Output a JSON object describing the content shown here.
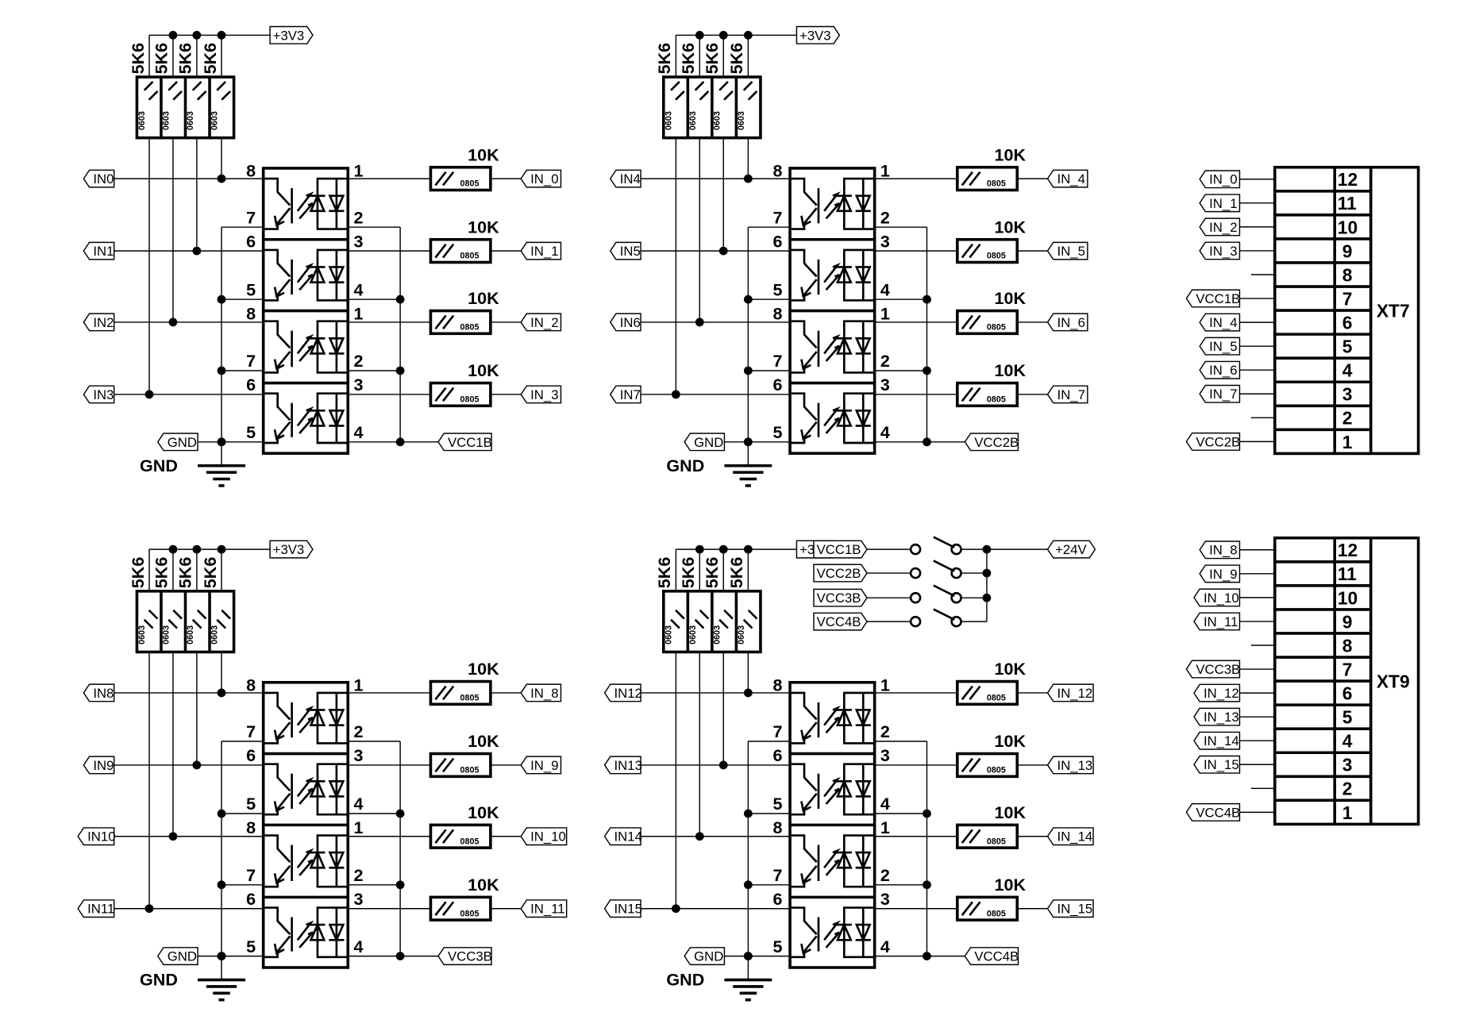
{
  "title": "Optocoupler input stage schematic",
  "colors": {
    "ink": "#000000",
    "background": "#ffffff"
  },
  "common": {
    "pullup_value": "5K6",
    "pullup_package": "0603",
    "series_value": "10K",
    "series_package": "0805",
    "supply_3v3": "+3V3",
    "gnd_label": "GND",
    "gnd_symbol_label": "GND"
  },
  "quadrants": [
    {
      "id": "top-left",
      "inputs": [
        "IN0",
        "IN1",
        "IN2",
        "IN3"
      ],
      "outputs": [
        "IN_0",
        "IN_1",
        "IN_2",
        "IN_3"
      ],
      "vcc": "VCC1B",
      "opto_pins": [
        "8",
        "7",
        "6",
        "5",
        "8",
        "7",
        "6",
        "5",
        "1",
        "2",
        "3",
        "4",
        "1",
        "2",
        "3",
        "4"
      ],
      "pullups": [
        "5K6",
        "5K6",
        "5K6",
        "5K6"
      ],
      "series": [
        "10K",
        "10K",
        "10K",
        "10K"
      ]
    },
    {
      "id": "top-right",
      "inputs": [
        "IN4",
        "IN5",
        "IN6",
        "IN7"
      ],
      "outputs": [
        "IN_4",
        "IN_5",
        "IN_6",
        "IN_7"
      ],
      "vcc": "VCC2B",
      "opto_pins": [
        "8",
        "7",
        "6",
        "5",
        "8",
        "7",
        "6",
        "5",
        "1",
        "2",
        "3",
        "4",
        "1",
        "2",
        "3",
        "4"
      ],
      "pullups": [
        "5K6",
        "5K6",
        "5K6",
        "5K6"
      ],
      "series": [
        "10K",
        "10K",
        "10K",
        "10K"
      ]
    },
    {
      "id": "bottom-left",
      "inputs": [
        "IN8",
        "IN9",
        "IN10",
        "IN11"
      ],
      "outputs": [
        "IN_8",
        "IN_9",
        "IN_10",
        "IN_11"
      ],
      "vcc": "VCC3B",
      "opto_pins": [
        "8",
        "7",
        "6",
        "5",
        "8",
        "7",
        "6",
        "5",
        "1",
        "2",
        "3",
        "4",
        "1",
        "2",
        "3",
        "4"
      ],
      "pullups": [
        "5K6",
        "5K6",
        "5K6",
        "5K6"
      ],
      "series": [
        "10K",
        "10K",
        "10K",
        "10K"
      ]
    },
    {
      "id": "bottom-right",
      "inputs": [
        "IN12",
        "IN13",
        "IN14",
        "IN15"
      ],
      "outputs": [
        "IN_12",
        "IN_13",
        "IN_14",
        "IN_15"
      ],
      "vcc": "VCC4B",
      "opto_pins": [
        "8",
        "7",
        "6",
        "5",
        "8",
        "7",
        "6",
        "5",
        "1",
        "2",
        "3",
        "4",
        "1",
        "2",
        "3",
        "4"
      ],
      "pullups": [
        "5K6",
        "5K6",
        "5K6",
        "5K6"
      ],
      "series": [
        "10K",
        "10K",
        "10K",
        "10K"
      ]
    }
  ],
  "switch_block": {
    "inputs": [
      "VCC1B",
      "VCC2B",
      "VCC3B",
      "VCC4B"
    ],
    "output": "+24V"
  },
  "connectors": [
    {
      "ref": "XT7",
      "pins": [
        {
          "num": "12",
          "net": "IN_0"
        },
        {
          "num": "11",
          "net": "IN_1"
        },
        {
          "num": "10",
          "net": "IN_2"
        },
        {
          "num": "9",
          "net": "IN_3"
        },
        {
          "num": "8",
          "net": ""
        },
        {
          "num": "7",
          "net": "VCC1B"
        },
        {
          "num": "6",
          "net": "IN_4"
        },
        {
          "num": "5",
          "net": "IN_5"
        },
        {
          "num": "4",
          "net": "IN_6"
        },
        {
          "num": "3",
          "net": "IN_7"
        },
        {
          "num": "2",
          "net": ""
        },
        {
          "num": "1",
          "net": "VCC2B"
        }
      ]
    },
    {
      "ref": "XT9",
      "pins": [
        {
          "num": "12",
          "net": "IN_8"
        },
        {
          "num": "11",
          "net": "IN_9"
        },
        {
          "num": "10",
          "net": "IN_10"
        },
        {
          "num": "9",
          "net": "IN_11"
        },
        {
          "num": "8",
          "net": ""
        },
        {
          "num": "7",
          "net": "VCC3B"
        },
        {
          "num": "6",
          "net": "IN_12"
        },
        {
          "num": "5",
          "net": "IN_13"
        },
        {
          "num": "4",
          "net": "IN_14"
        },
        {
          "num": "3",
          "net": "IN_15"
        },
        {
          "num": "2",
          "net": ""
        },
        {
          "num": "1",
          "net": "VCC4B"
        }
      ]
    }
  ]
}
